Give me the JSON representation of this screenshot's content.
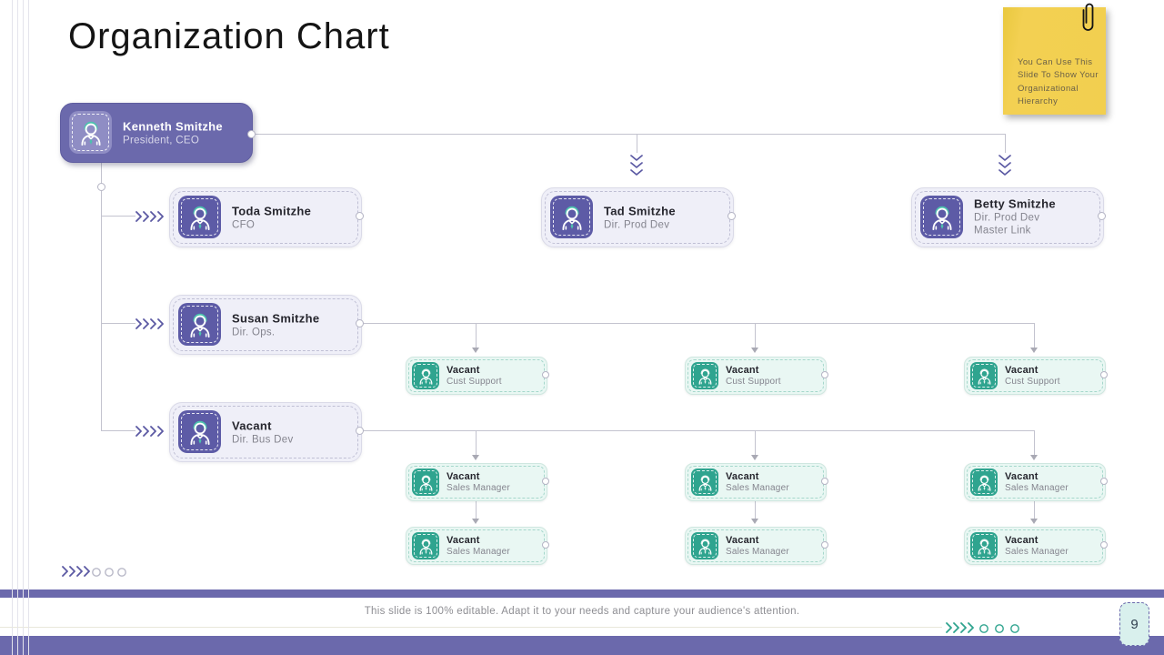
{
  "slide": {
    "title": "Organization Chart",
    "footer_text": "This slide is 100% editable. Adapt it to your needs and capture your audience's attention.",
    "page_number": "9"
  },
  "sticky_note": {
    "lines": [
      "You Can Use This",
      "Slide To Show Your",
      "Organizational",
      "Hierarchy"
    ]
  },
  "org_chart": {
    "ceo": {
      "name": "Kenneth Smitzhe",
      "role": "President, CEO"
    },
    "managers": [
      {
        "name": "Toda Smitzhe",
        "role": "CFO"
      },
      {
        "name": "Tad Smitzhe",
        "role": "Dir. Prod Dev"
      },
      {
        "name": "Betty Smitzhe",
        "role": "Dir. Prod Dev",
        "role2": "Master Link"
      },
      {
        "name": "Susan Smitzhe",
        "role": "Dir. Ops."
      },
      {
        "name": "Vacant",
        "role": "Dir. Bus Dev"
      }
    ],
    "support_row": [
      {
        "name": "Vacant",
        "role": "Cust Support"
      },
      {
        "name": "Vacant",
        "role": "Cust Support"
      },
      {
        "name": "Vacant",
        "role": "Cust Support"
      }
    ],
    "sales_row_top": [
      {
        "name": "Vacant",
        "role": "Sales Manager"
      },
      {
        "name": "Vacant",
        "role": "Sales Manager"
      },
      {
        "name": "Vacant",
        "role": "Sales Manager"
      }
    ],
    "sales_row_bottom": [
      {
        "name": "Vacant",
        "role": "Sales Manager"
      },
      {
        "name": "Vacant",
        "role": "Sales Manager"
      },
      {
        "name": "Vacant",
        "role": "Sales Manager"
      }
    ]
  },
  "colors": {
    "purple": "#6B69AC",
    "purple_icon": "#5D5BA6",
    "teal": "#2FA48F",
    "lavender_bg": "#EFEFF8",
    "mint_bg": "#E9F7F3",
    "note_yellow": "#F2CF4F"
  }
}
